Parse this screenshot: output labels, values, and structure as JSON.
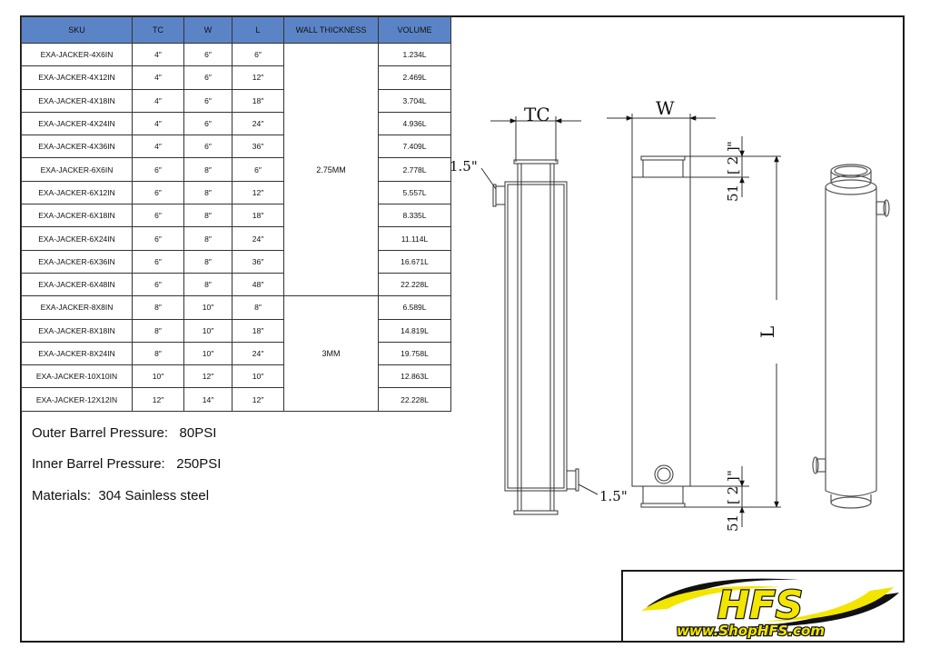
{
  "table": {
    "headers": [
      "SKU",
      "TC",
      "W",
      "L",
      "WALL THICKNESS",
      "VOLUME"
    ],
    "rows": [
      [
        "EXA-JACKER-4X6IN",
        "4″",
        "6″",
        "6″",
        "1.234L"
      ],
      [
        "EXA-JACKER-4X12IN",
        "4″",
        "6″",
        "12″",
        "2.469L"
      ],
      [
        "EXA-JACKER-4X18IN",
        "4″",
        "6″",
        "18″",
        "3.704L"
      ],
      [
        "EXA-JACKER-4X24IN",
        "4″",
        "6″",
        "24″",
        "4.936L"
      ],
      [
        "EXA-JACKER-4X36IN",
        "4″",
        "6″",
        "36″",
        "7.409L"
      ],
      [
        "EXA-JACKER-6X6IN",
        "6″",
        "8″",
        "6″",
        "2.778L"
      ],
      [
        "EXA-JACKER-6X12IN",
        "6″",
        "8″",
        "12″",
        "5.557L"
      ],
      [
        "EXA-JACKER-6X18IN",
        "6″",
        "8″",
        "18″",
        "8.335L"
      ],
      [
        "EXA-JACKER-6X24IN",
        "6″",
        "8″",
        "24″",
        "11.114L"
      ],
      [
        "EXA-JACKER-6X36IN",
        "6″",
        "8″",
        "36″",
        "16.671L"
      ],
      [
        "EXA-JACKER-6X48IN",
        "6″",
        "8″",
        "48″",
        "22.228L"
      ],
      [
        "EXA-JACKER-8X8IN",
        "8″",
        "10″",
        "8″",
        "6.589L"
      ],
      [
        "EXA-JACKER-8X18IN",
        "8″",
        "10″",
        "18″",
        "14.819L"
      ],
      [
        "EXA-JACKER-8X24IN",
        "8″",
        "10″",
        "24″",
        "19.758L"
      ],
      [
        "EXA-JACKER-10X10IN",
        "10″",
        "12″",
        "10″",
        "12.863L"
      ],
      [
        "EXA-JACKER-12X12IN",
        "12″",
        "14″",
        "12″",
        "22.228L"
      ]
    ],
    "wall_groups": [
      {
        "label": "2.75MM",
        "rows": 11
      },
      {
        "label": "3MM",
        "rows": 5
      }
    ]
  },
  "notes": {
    "outer": "Outer Barrel Pressure:   80PSI",
    "inner": "Inner Barrel Pressure:   250PSI",
    "materials": "Materials:  304 Sainless steel"
  },
  "drawing": {
    "tc_label": "TC",
    "w_label": "W",
    "l_label": "L",
    "port_top": "1.5\"",
    "port_bottom": "1.5\"",
    "dim_top_value": "51",
    "dim_top_bracket": "[ 2 ]",
    "dim_bottom_value": "51",
    "dim_bottom_bracket": "[ 2 ]",
    "quote_mark": "\""
  },
  "logo": {
    "brand": "HFS",
    "url": "www.ShopHFS.com",
    "colors": {
      "yellow": "#f2e500",
      "black": "#111111"
    }
  },
  "colors": {
    "header_bg": "#5b84c7",
    "border": "#333333"
  }
}
